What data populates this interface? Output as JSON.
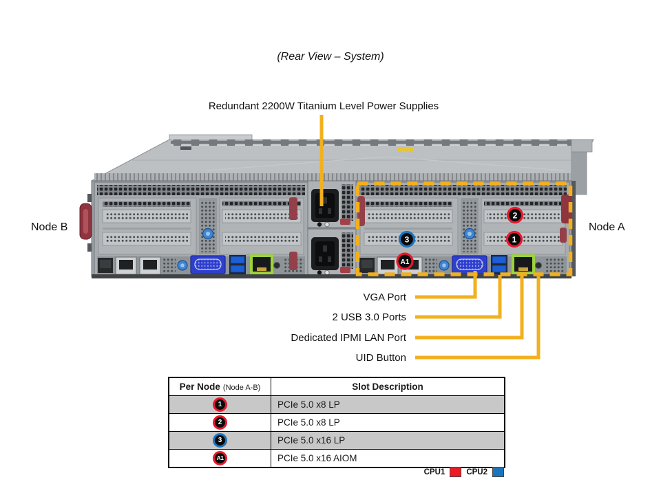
{
  "title": "(Rear View – System)",
  "psu_callout": {
    "label": "Redundant 2200W Titanium Level Power Supplies"
  },
  "nodes": {
    "left": "Node B",
    "right": "Node A"
  },
  "callouts": [
    {
      "label": "VGA Port"
    },
    {
      "label": "2 USB 3.0 Ports"
    },
    {
      "label": "Dedicated IPMI LAN Port"
    },
    {
      "label": "UID Button"
    }
  ],
  "server_badges": [
    {
      "id": "1",
      "ring": "#e8192c"
    },
    {
      "id": "2",
      "ring": "#e8192c"
    },
    {
      "id": "3",
      "ring": "#1c75bc"
    },
    {
      "id": "A1",
      "ring": "#e8192c"
    }
  ],
  "table": {
    "header": {
      "col1_main": "Per Node",
      "col1_sub": "(Node A-B)",
      "col2": "Slot Description"
    },
    "rows": [
      {
        "badge": "1",
        "ring": "#e8192c",
        "desc": "PCIe 5.0 x8 LP"
      },
      {
        "badge": "2",
        "ring": "#e8192c",
        "desc": "PCIe 5.0 x8 LP"
      },
      {
        "badge": "3",
        "ring": "#1c75bc",
        "desc": "PCIe 5.0 x16 LP"
      },
      {
        "badge": "A1",
        "ring": "#e8192c",
        "desc": "PCIe 5.0 x16 AIOM"
      }
    ]
  },
  "legend": {
    "items": [
      {
        "label": "CPU1",
        "color": "#ec1c24"
      },
      {
        "label": "CPU2",
        "color": "#1c75bc"
      }
    ]
  },
  "colors": {
    "callout": "#f2b01e",
    "node_boundary": "#f2b01e"
  }
}
